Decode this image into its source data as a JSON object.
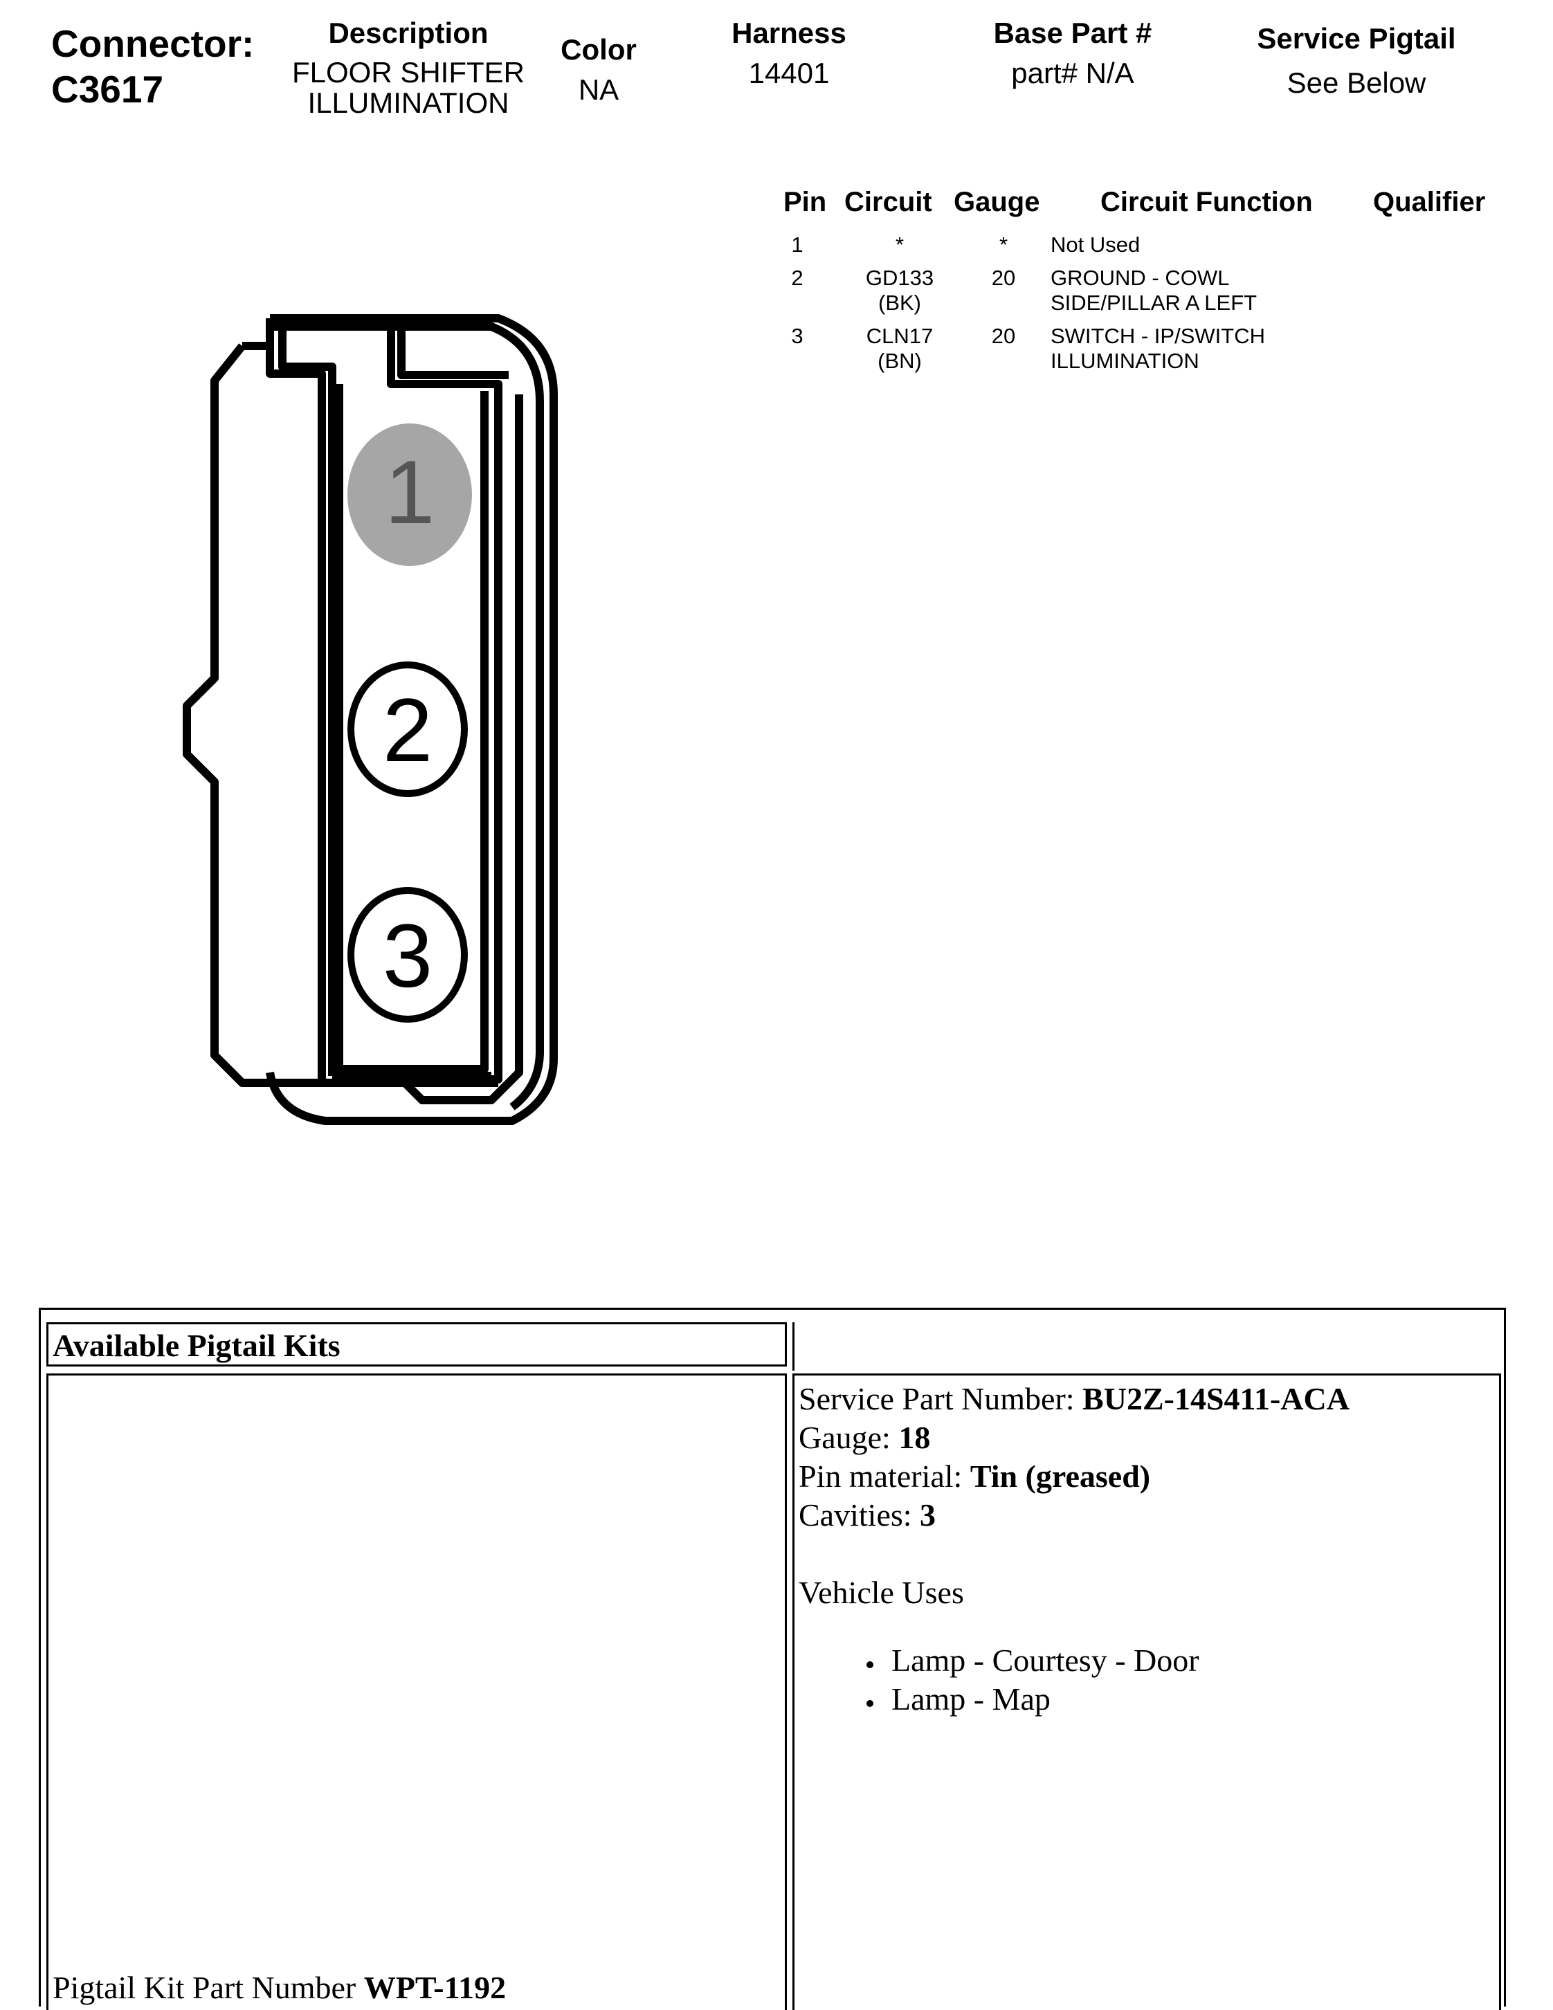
{
  "header": {
    "connector_label": "Connector:",
    "connector_id": "C3617",
    "description_label": "Description",
    "description_line1": "FLOOR SHIFTER",
    "description_line2": "ILLUMINATION",
    "color_label": "Color",
    "color_value": "NA",
    "harness_label": "Harness",
    "harness_value": "14401",
    "base_part_label": "Base Part #",
    "base_part_value": "part# N/A",
    "service_pigtail_label": "Service Pigtail",
    "service_pigtail_value": "See Below"
  },
  "pin_table": {
    "headers": {
      "pin": "Pin",
      "circuit": "Circuit",
      "gauge": "Gauge",
      "function": "Circuit Function",
      "qualifier": "Qualifier"
    },
    "rows": [
      {
        "pin": "1",
        "circuit": "*",
        "circuit_color": "",
        "gauge": "*",
        "function_line1": "Not Used",
        "function_line2": ""
      },
      {
        "pin": "2",
        "circuit": "GD133",
        "circuit_color": "(BK)",
        "gauge": "20",
        "function_line1": "GROUND - COWL",
        "function_line2": "SIDE/PILLAR A LEFT"
      },
      {
        "pin": "3",
        "circuit": "CLN17",
        "circuit_color": "(BN)",
        "gauge": "20",
        "function_line1": "SWITCH - IP/SWITCH",
        "function_line2": "ILLUMINATION"
      }
    ]
  },
  "diagram": {
    "cavities": [
      {
        "label": "1",
        "state": "unused",
        "fill": "#a6a6a6"
      },
      {
        "label": "2",
        "state": "used",
        "fill": "#ffffff"
      },
      {
        "label": "3",
        "state": "used",
        "fill": "#ffffff"
      }
    ]
  },
  "pigtail_kits": {
    "title": "Available Pigtail Kits",
    "kit_part_label": "Pigtail Kit Part Number ",
    "kit_part_value": "WPT-1192",
    "service_part_label": "Service Part Number: ",
    "service_part_value": "BU2Z-14S411-ACA",
    "gauge_label": "Gauge: ",
    "gauge_value": "18",
    "pin_material_label": "Pin material: ",
    "pin_material_value": "Tin (greased)",
    "cavities_label": "Cavities: ",
    "cavities_value": "3",
    "vehicle_uses_label": "Vehicle Uses",
    "vehicle_uses": [
      "Lamp - Courtesy - Door",
      "Lamp - Map"
    ]
  }
}
